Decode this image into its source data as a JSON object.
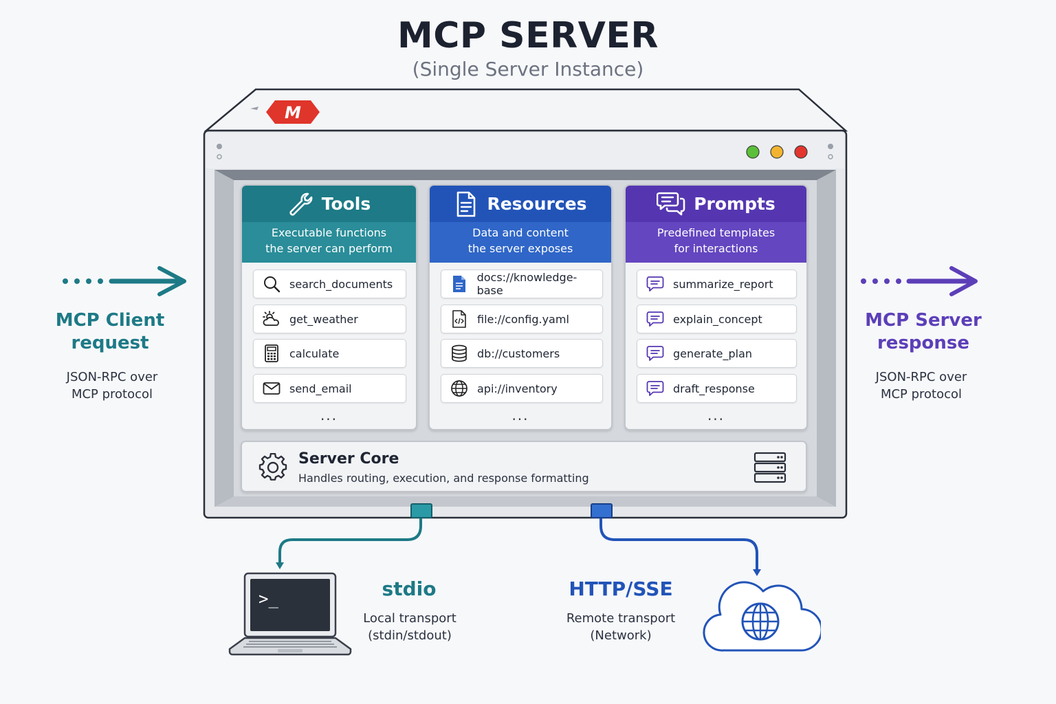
{
  "header": {
    "title": "MCP SERVER",
    "subtitle": "(Single Server Instance)"
  },
  "logo": {
    "letter": "M",
    "color": "#e0352b"
  },
  "window_lights": [
    "#5bbf3a",
    "#f2b430",
    "#e2362f"
  ],
  "columns": {
    "tools": {
      "name": "Tools",
      "desc_line1": "Executable functions",
      "desc_line2": "the server can perform",
      "color": "#1d7a86",
      "items": [
        {
          "label": "search_documents",
          "icon": "search-icon"
        },
        {
          "label": "get_weather",
          "icon": "weather-icon"
        },
        {
          "label": "calculate",
          "icon": "calculator-icon"
        },
        {
          "label": "send_email",
          "icon": "mail-icon"
        }
      ],
      "more": "..."
    },
    "resources": {
      "name": "Resources",
      "desc_line1": "Data and content",
      "desc_line2": "the server exposes",
      "color": "#2254b8",
      "items": [
        {
          "label": "docs://knowledge-base",
          "icon": "document-icon"
        },
        {
          "label": "file://config.yaml",
          "icon": "code-file-icon"
        },
        {
          "label": "db://customers",
          "icon": "database-icon"
        },
        {
          "label": "api://inventory",
          "icon": "globe-icon"
        }
      ],
      "more": "..."
    },
    "prompts": {
      "name": "Prompts",
      "desc_line1": "Predefined templates",
      "desc_line2": "for interactions",
      "color": "#5536b0",
      "items": [
        {
          "label": "summarize_report",
          "icon": "chat-icon"
        },
        {
          "label": "explain_concept",
          "icon": "chat-icon"
        },
        {
          "label": "generate_plan",
          "icon": "chat-icon"
        },
        {
          "label": "draft_response",
          "icon": "chat-icon"
        }
      ],
      "more": "..."
    }
  },
  "core": {
    "title": "Server Core",
    "desc": "Handles routing, execution, and response formatting"
  },
  "client": {
    "title_line1": "MCP Client",
    "title_line2": "request",
    "desc_line1": "JSON-RPC over",
    "desc_line2": "MCP protocol",
    "color": "#1d7a86"
  },
  "server_response": {
    "title_line1": "MCP Server",
    "title_line2": "response",
    "desc_line1": "JSON-RPC over",
    "desc_line2": "MCP protocol",
    "color": "#5c3fb8"
  },
  "transports": {
    "stdio": {
      "title": "stdio",
      "desc_line1": "Local transport",
      "desc_line2": "(stdin/stdout)",
      "color": "#1d7a86",
      "terminal_prompt": ">_"
    },
    "http": {
      "title": "HTTP/SSE",
      "desc_line1": "Remote transport",
      "desc_line2": "(Network)",
      "color": "#2254b8"
    }
  }
}
